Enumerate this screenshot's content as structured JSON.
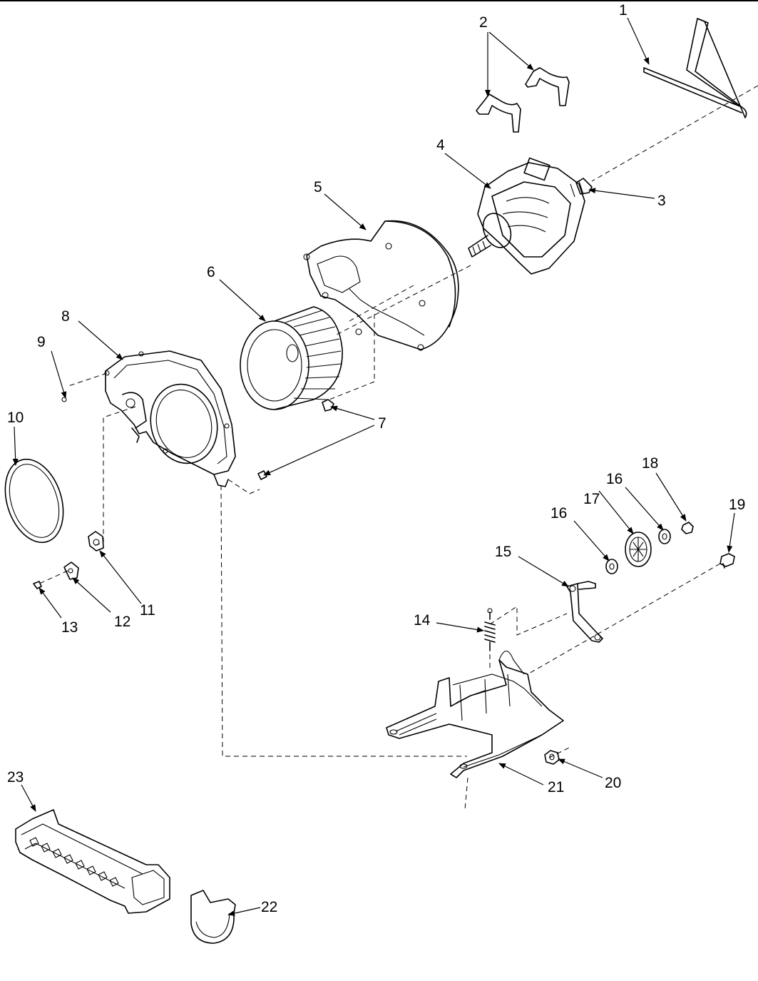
{
  "callouts": {
    "c1": "1",
    "c2": "2",
    "c3": "3",
    "c4": "4",
    "c5": "5",
    "c6": "6",
    "c7": "7",
    "c8": "8",
    "c9": "9",
    "c10": "10",
    "c11": "11",
    "c12": "12",
    "c13": "13",
    "c14": "14",
    "c15": "15",
    "c16a": "16",
    "c16b": "16",
    "c17": "17",
    "c18": "18",
    "c19": "19",
    "c20": "20",
    "c21": "21",
    "c22": "22",
    "c23": "23"
  },
  "icons": {
    "belt": "belt-icon",
    "clamp": "motor-clamp-icon",
    "motor": "motor-icon",
    "housing": "blower-housing-icon",
    "wheel": "blower-wheel-icon",
    "cover": "housing-cover-icon",
    "seal": "seal-ring-icon",
    "idler": "idler-pulley-icon",
    "bracket": "motor-mount-icon",
    "connector": "connector-block-icon"
  }
}
